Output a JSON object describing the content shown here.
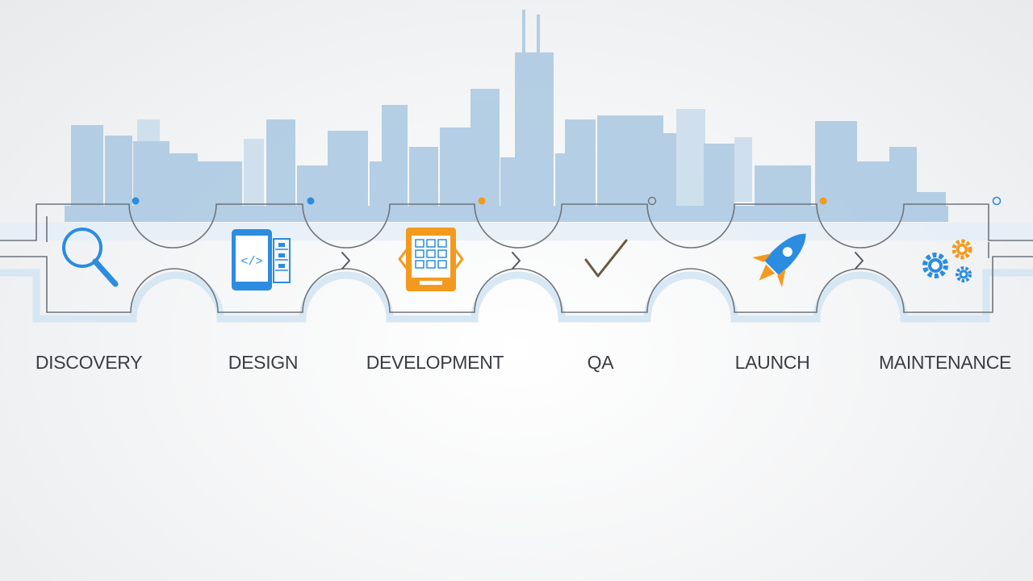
{
  "colors": {
    "skyline": "#a9c8e2",
    "skyline_light": "#c9dcec",
    "track_outline": "#6f747b",
    "track_glow": "#d6e7f4",
    "accent_blue": "#2b8ce0",
    "accent_orange": "#f39a1e",
    "check": "#6b5a3e",
    "label_text": "#3a3d42"
  },
  "stages": [
    {
      "label": "DISCOVERY",
      "icon": "magnifier-icon"
    },
    {
      "label": "DESIGN",
      "icon": "mobile-code-icon"
    },
    {
      "label": "DEVELOPMENT",
      "icon": "code-grid-icon"
    },
    {
      "label": "QA",
      "icon": "checkmark-icon"
    },
    {
      "label": "LAUNCH",
      "icon": "rocket-icon"
    },
    {
      "label": "MAINTENANCE",
      "icon": "gears-icon"
    }
  ]
}
